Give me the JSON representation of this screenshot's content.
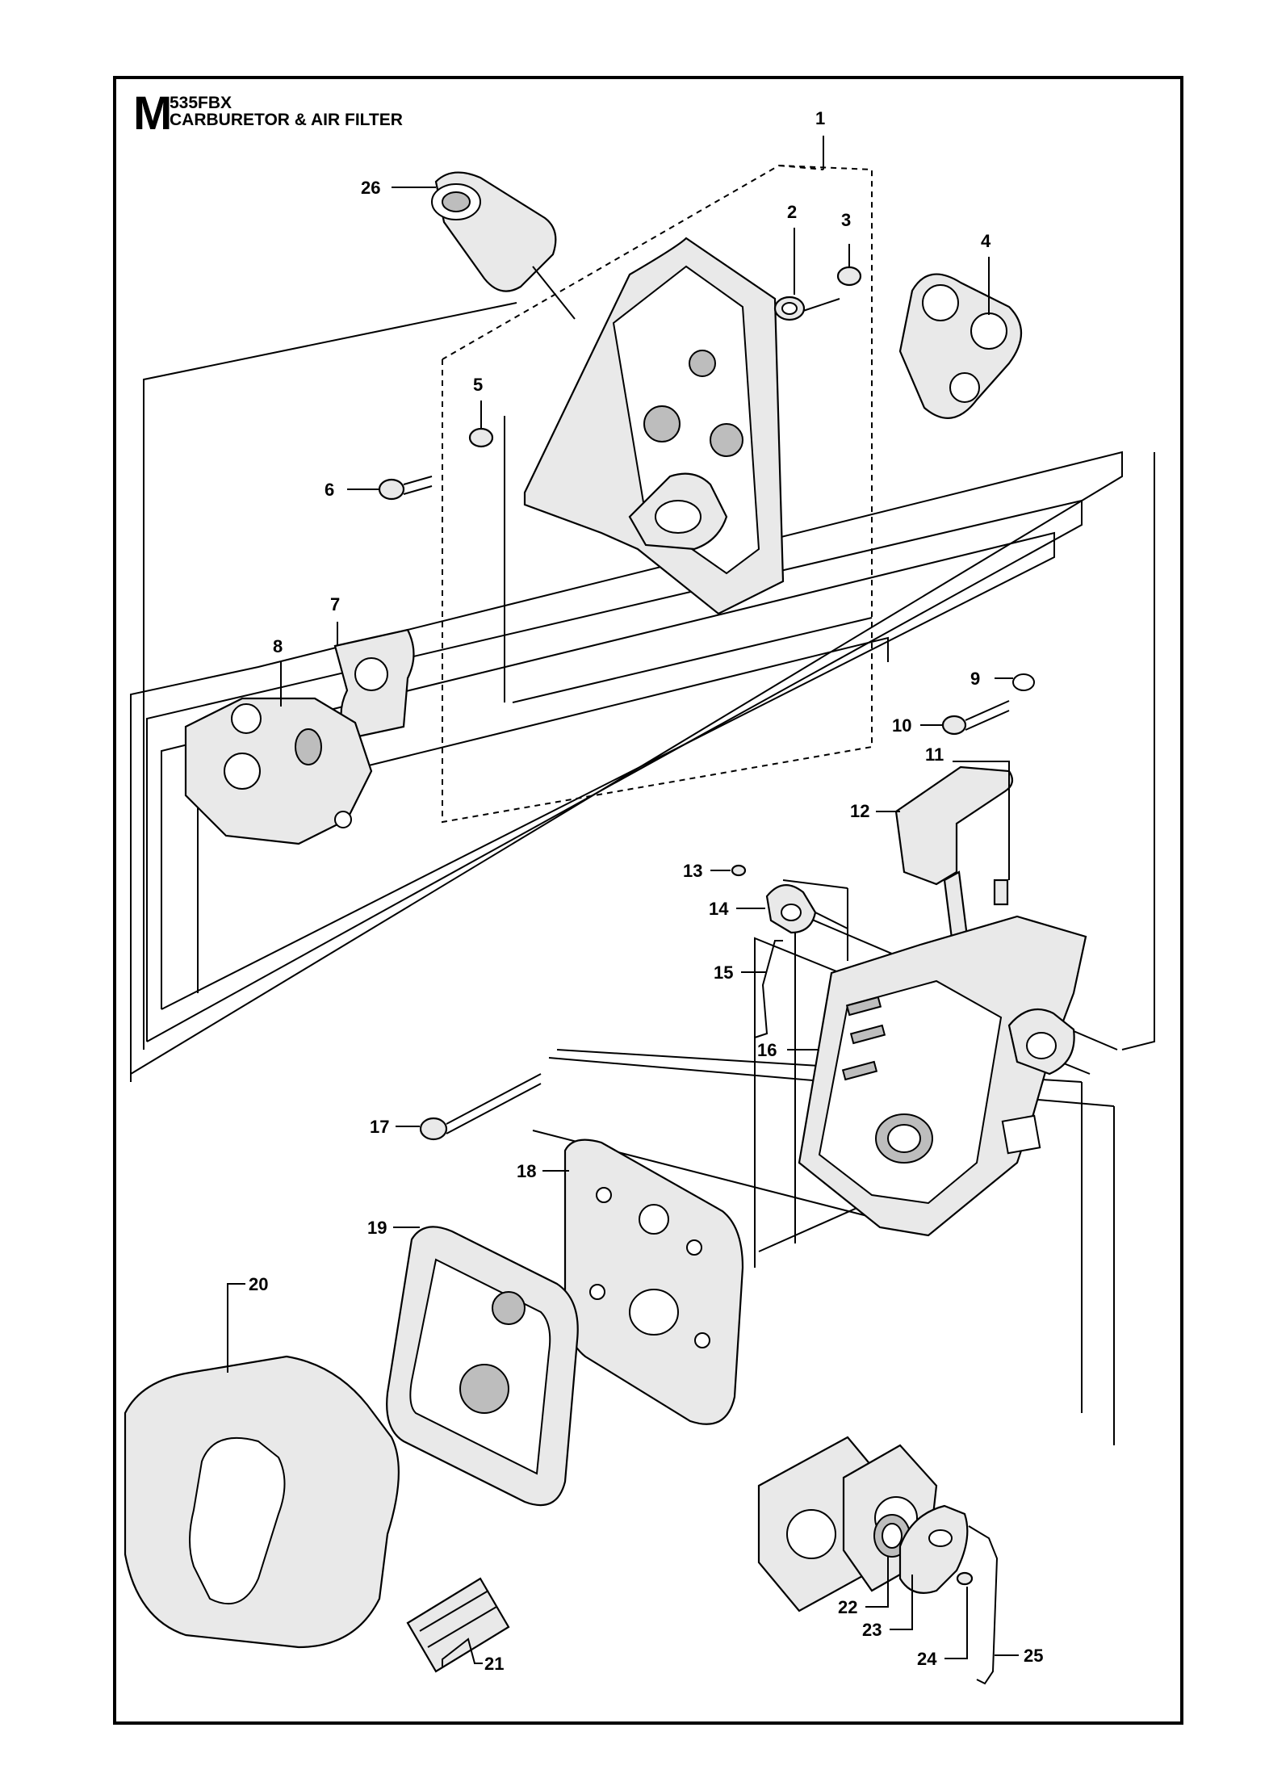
{
  "header": {
    "section_letter": "M",
    "model": "535FBX",
    "title": "CARBURETOR & AIR FILTER"
  },
  "callouts": [
    {
      "id": "1",
      "label": "1"
    },
    {
      "id": "2",
      "label": "2"
    },
    {
      "id": "3",
      "label": "3"
    },
    {
      "id": "4",
      "label": "4"
    },
    {
      "id": "5",
      "label": "5"
    },
    {
      "id": "6",
      "label": "6"
    },
    {
      "id": "7",
      "label": "7"
    },
    {
      "id": "8",
      "label": "8"
    },
    {
      "id": "9",
      "label": "9"
    },
    {
      "id": "10",
      "label": "10"
    },
    {
      "id": "11",
      "label": "11"
    },
    {
      "id": "12",
      "label": "12"
    },
    {
      "id": "13",
      "label": "13"
    },
    {
      "id": "14",
      "label": "14"
    },
    {
      "id": "15",
      "label": "15"
    },
    {
      "id": "16",
      "label": "16"
    },
    {
      "id": "17",
      "label": "17"
    },
    {
      "id": "18",
      "label": "18"
    },
    {
      "id": "19",
      "label": "19"
    },
    {
      "id": "20",
      "label": "20"
    },
    {
      "id": "21",
      "label": "21"
    },
    {
      "id": "22",
      "label": "22"
    },
    {
      "id": "23",
      "label": "23"
    },
    {
      "id": "24",
      "label": "24"
    },
    {
      "id": "25",
      "label": "25"
    },
    {
      "id": "26",
      "label": "26"
    }
  ]
}
